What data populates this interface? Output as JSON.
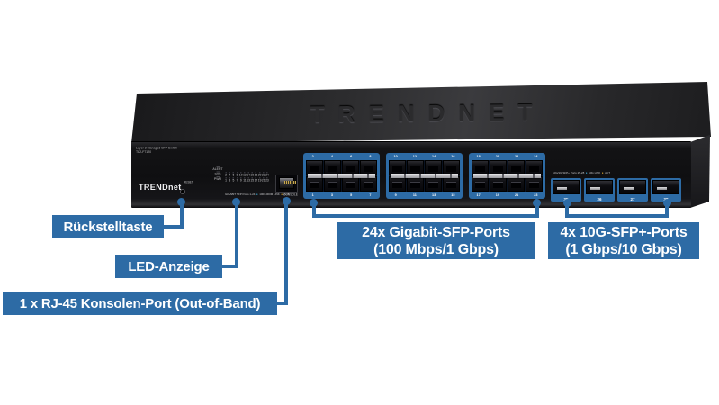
{
  "colors": {
    "accent_blue": "#2d6ba5",
    "chassis_black": "#101013",
    "latch_silver": "#c9c9cd"
  },
  "device": {
    "top_embossed_logo": "TRENDNET",
    "brand_logo": "TRENDnet",
    "model_line1": "Layer 2 Managed SFP Switch",
    "model_line2": "TL2-F7120",
    "reset_label": "RESET",
    "console_label": "CONSOLE",
    "status_leds": [
      "ALERT",
      "SYS",
      "PWR"
    ],
    "led_numbers_top": [
      "2",
      "4",
      "6",
      "8",
      "10",
      "12",
      "14",
      "16",
      "18",
      "20",
      "22",
      "24"
    ],
    "led_numbers_bottom": [
      "1",
      "3",
      "5",
      "7",
      "9",
      "11",
      "13",
      "15",
      "17",
      "19",
      "21",
      "23"
    ],
    "led_caption_parts": [
      {
        "t": "GIGABIT SFP Ports 1-24",
        "c": "#c4c4c6"
      },
      {
        "t": "●",
        "c": "#3fb8e8"
      },
      {
        "t": "100/1000M LINK",
        "c": "#c4c4c6"
      },
      {
        "t": "●",
        "c": "#f2b52e"
      },
      {
        "t": "ACT",
        "c": "#c4c4c6"
      }
    ],
    "sfp_plus_caption_parts": [
      {
        "t": "10G/1G SFP+ Ports 25-28",
        "c": "#c4c4c6"
      },
      {
        "t": "●",
        "c": "#3fb8e8"
      },
      {
        "t": "10G LINK",
        "c": "#c4c4c6"
      },
      {
        "t": "●",
        "c": "#f2b52e"
      },
      {
        "t": "ACT",
        "c": "#c4c4c6"
      }
    ],
    "sfp_banks": [
      {
        "top": [
          "2",
          "4",
          "6",
          "8"
        ],
        "bottom": [
          "1",
          "3",
          "5",
          "7"
        ]
      },
      {
        "top": [
          "10",
          "12",
          "14",
          "16"
        ],
        "bottom": [
          "9",
          "11",
          "13",
          "15"
        ]
      },
      {
        "top": [
          "18",
          "20",
          "22",
          "24"
        ],
        "bottom": [
          "17",
          "19",
          "21",
          "23"
        ]
      }
    ],
    "sfp_plus_ports": [
      "25",
      "26",
      "27",
      "28"
    ]
  },
  "callouts": {
    "reset": {
      "label": "Rückstelltaste"
    },
    "led": {
      "label": "LED-Anzeige"
    },
    "console": {
      "label": "1 x RJ-45 Konsolen-Port (Out-of-Band)"
    },
    "sfp": {
      "line1": "24x Gigabit-SFP-Ports",
      "line2": "(100 Mbps/1 Gbps)"
    },
    "sfp_plus": {
      "line1": "4x 10G-SFP+-Ports",
      "line2": "(1 Gbps/10 Gbps)"
    }
  }
}
